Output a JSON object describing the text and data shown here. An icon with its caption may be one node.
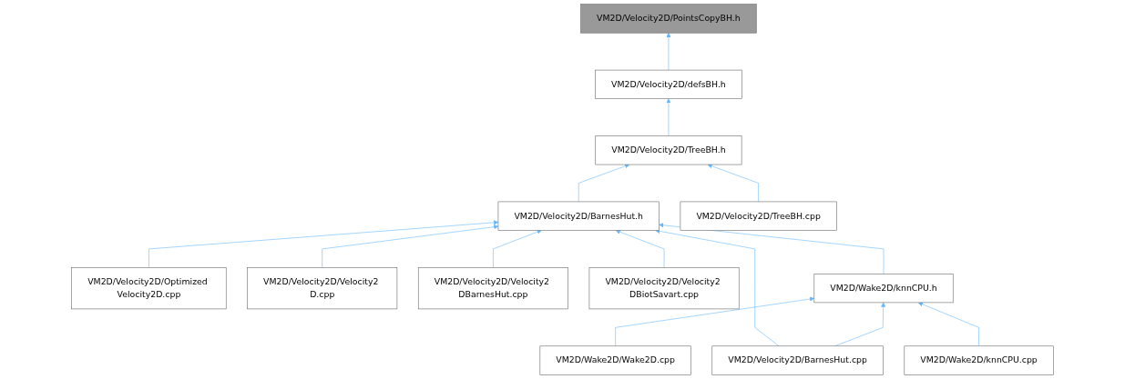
{
  "diagram": {
    "nodes": [
      {
        "text": [
          "VM2D/Velocity2D/PointsCopyBH.h"
        ]
      },
      {
        "text": [
          "VM2D/Velocity2D/defsBH.h"
        ]
      },
      {
        "text": [
          "VM2D/Velocity2D/TreeBH.h"
        ]
      },
      {
        "text": [
          "VM2D/Velocity2D/BarnesHut.h"
        ]
      },
      {
        "text": [
          "VM2D/Velocity2D/TreeBH.cpp"
        ]
      },
      {
        "text": [
          "VM2D/Velocity2D/Optimized Velocity2D.cpp"
        ]
      },
      {
        "text": [
          "VM2D/Velocity2D/Velocity2 D.cpp"
        ]
      },
      {
        "text": [
          "VM2D/Velocity2D/Velocity2 DBarnesHut.cpp"
        ]
      },
      {
        "text": [
          "VM2D/Velocity2D/Velocity2 DBiotSavart.cpp"
        ]
      },
      {
        "text": [
          "VM2D/Wake2D/knnCPU.h"
        ]
      },
      {
        "text": [
          "VM2D/Velocity2D/BarnesHut.cpp"
        ]
      },
      {
        "text": [
          "VM2D/Wake2D/Wake2D.cpp"
        ]
      },
      {
        "text": [
          "VM2D/Wake2D/knnCPU.cpp"
        ]
      }
    ],
    "edges": [
      {
        "from": 1,
        "to": 0,
        "arrow": "to"
      },
      {
        "from": 2,
        "to": 1,
        "arrow": "to"
      },
      {
        "from": 3,
        "to": 2,
        "arrow": "to"
      },
      {
        "from": 4,
        "to": 2,
        "arrow": "to"
      },
      {
        "from": 5,
        "to": 3,
        "arrow": "to"
      },
      {
        "from": 6,
        "to": 3,
        "arrow": "to"
      },
      {
        "from": 7,
        "to": 3,
        "arrow": "to"
      },
      {
        "from": 8,
        "to": 3,
        "arrow": "to"
      },
      {
        "from": 9,
        "to": 3,
        "arrow": "to"
      },
      {
        "from": 10,
        "to": 3,
        "arrow": "to"
      },
      {
        "from": 10,
        "to": 9,
        "arrow": "to"
      },
      {
        "from": 11,
        "to": 9,
        "arrow": "to"
      },
      {
        "from": 12,
        "to": 9,
        "arrow": "to"
      }
    ]
  }
}
